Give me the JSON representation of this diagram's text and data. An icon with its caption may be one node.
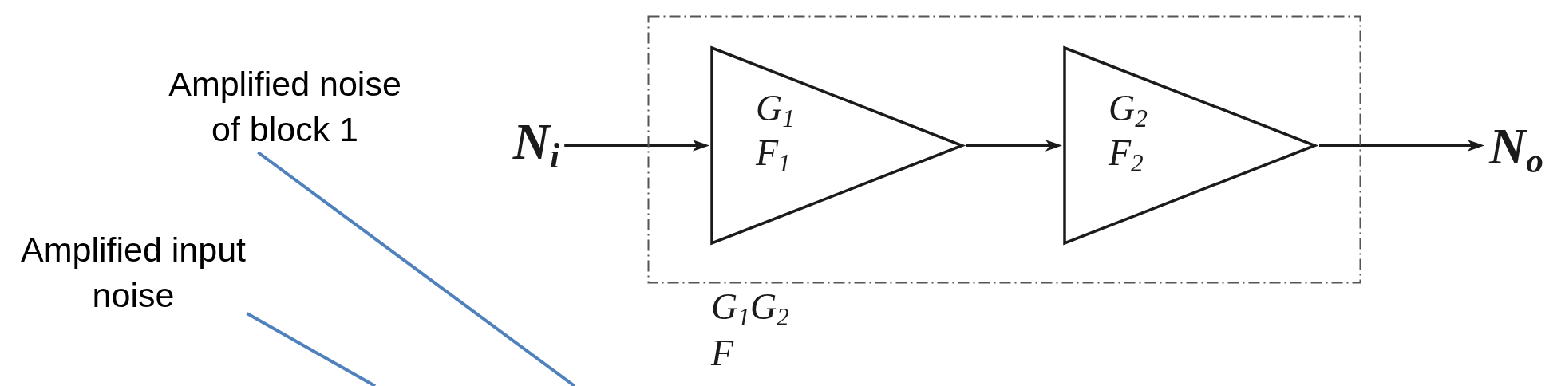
{
  "diagram": {
    "nodes": [
      {
        "text": [
          "Amplified noise of block 1"
        ]
      },
      {
        "text": [
          "Amplified input noise"
        ]
      },
      {
        "text": [
          "N$_{i}$"
        ]
      },
      {
        "text": [
          "G$_{1}$G$_{2}$",
          "F"
        ]
      },
      {
        "text": [
          "G$_{1}$",
          "F$_{1}$"
        ],
        "in": 3
      },
      {
        "text": [
          "G$_{2}$",
          "F$_{2}$"
        ],
        "in": 3
      },
      {
        "text": [
          "N$_{o}$"
        ]
      }
    ],
    "edges": [
      {
        "from": 0,
        "to": null,
        "arrow": "none",
        "color": "#4f81bd"
      },
      {
        "from": 1,
        "to": null,
        "arrow": "none",
        "color": "#4f81bd"
      },
      {
        "from": 2,
        "to": 4,
        "arrow": "to"
      },
      {
        "from": 4,
        "to": 5,
        "arrow": "to"
      },
      {
        "from": 5,
        "to": 6,
        "arrow": "to"
      }
    ]
  }
}
